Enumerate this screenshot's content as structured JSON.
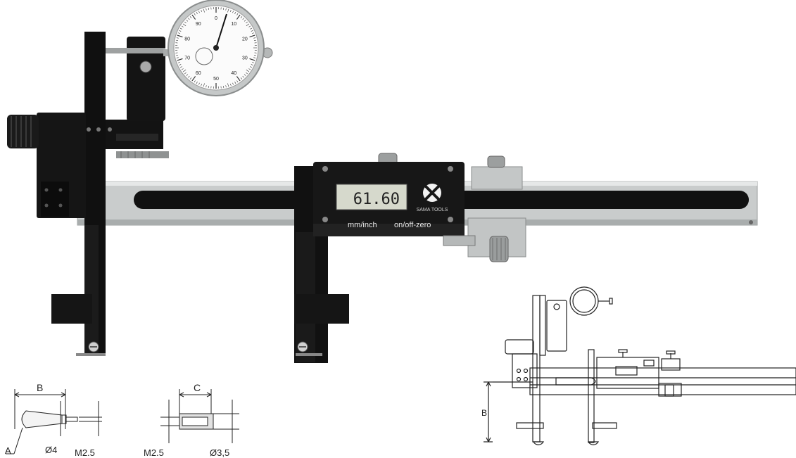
{
  "caliper": {
    "display_value": "61.60",
    "panel_labels": [
      "mm/inch",
      "on/off-zero"
    ],
    "brand_text": "SAMA TOOLS",
    "colors": {
      "body_black": "#101010",
      "beam_steel": "#c9cccc",
      "lcd_bg": "#d6d9cc",
      "panel_text": "#e8e8e8"
    }
  },
  "dial_indicator": {
    "scale_numbers": [
      "0",
      "10",
      "20",
      "30",
      "40",
      "50",
      "60",
      "70",
      "80",
      "90"
    ]
  },
  "detail_drawings": {
    "probe_tip": {
      "labels": {
        "length": "B",
        "tip": "A",
        "diameter": "Ø4",
        "thread": "M2.5"
      }
    },
    "adapter": {
      "labels": {
        "length": "C",
        "thread": "M2.5",
        "diameter": "Ø3,5"
      }
    }
  },
  "schematic": {
    "height_label": "B"
  }
}
